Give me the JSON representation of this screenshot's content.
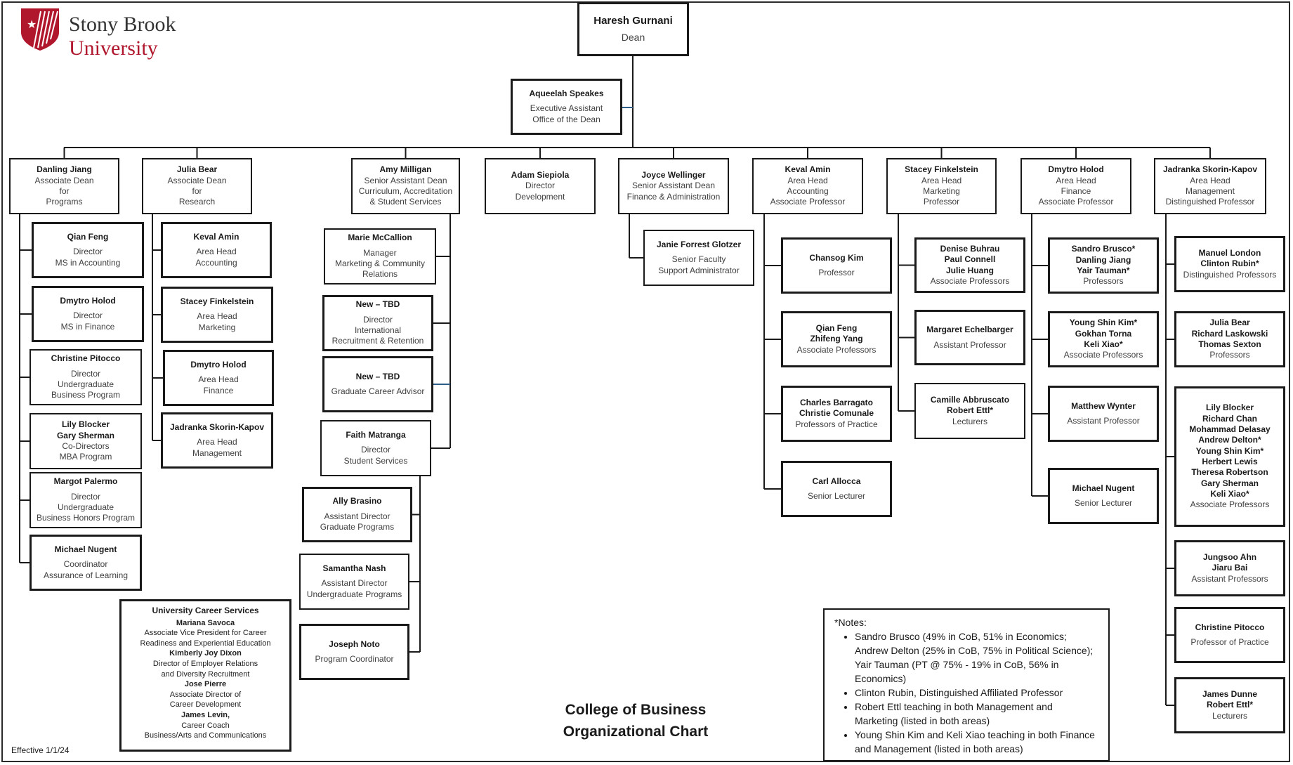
{
  "logo": {
    "line1": "Stony Brook",
    "line2": "University",
    "brand_color": "#b0162c"
  },
  "dean": {
    "name": "Haresh Gurnani",
    "title": "Dean"
  },
  "assistant": {
    "name": "Aqueelah Speakes",
    "title_lines": [
      "Executive Assistant",
      "Office of the Dean"
    ]
  },
  "leaders": [
    {
      "name": "Danling Jiang",
      "title_lines": [
        "Associate Dean",
        "for",
        "Programs"
      ]
    },
    {
      "name": "Julia Bear",
      "title_lines": [
        "Associate Dean",
        "for",
        "Research"
      ]
    },
    {
      "name": "Amy Milligan",
      "title_lines": [
        "Senior Assistant Dean",
        "Curriculum, Accreditation",
        "& Student Services"
      ]
    },
    {
      "name": "Adam Siepiola",
      "title_lines": [
        "Director",
        "Development"
      ]
    },
    {
      "name": "Joyce Wellinger",
      "title_lines": [
        "Senior Assistant Dean",
        "Finance & Administration"
      ]
    },
    {
      "name": "Keval Amin",
      "title_lines": [
        "Area Head",
        "Accounting",
        "Associate Professor"
      ]
    },
    {
      "name": "Stacey Finkelstein",
      "title_lines": [
        "Area Head",
        "Marketing",
        "Professor"
      ]
    },
    {
      "name": "Dmytro Holod",
      "title_lines": [
        "Area Head",
        "Finance",
        "Associate Professor"
      ]
    },
    {
      "name": "Jadranka Skorin-Kapov",
      "title_lines": [
        "Area Head",
        "Management",
        "Distinguished Professor"
      ]
    }
  ],
  "programs": [
    {
      "names": [
        "Qian Feng"
      ],
      "title_lines": [
        "Director",
        "MS in Accounting"
      ]
    },
    {
      "names": [
        "Dmytro Holod"
      ],
      "title_lines": [
        "Director",
        "MS in Finance"
      ]
    },
    {
      "names": [
        "Christine Pitocco"
      ],
      "title_lines": [
        "Director",
        "Undergraduate",
        "Business Program"
      ]
    },
    {
      "names": [
        "Lily Blocker",
        "Gary Sherman"
      ],
      "title_lines": [
        "Co-Directors",
        "MBA Program"
      ]
    },
    {
      "names": [
        "Margot Palermo"
      ],
      "title_lines": [
        "Director",
        "Undergraduate",
        "Business Honors Program"
      ]
    },
    {
      "names": [
        "Michael Nugent"
      ],
      "title_lines": [
        "Coordinator",
        "Assurance of Learning"
      ]
    }
  ],
  "research": [
    {
      "names": [
        "Keval Amin"
      ],
      "title_lines": [
        "Area Head",
        "Accounting"
      ]
    },
    {
      "names": [
        "Stacey Finkelstein"
      ],
      "title_lines": [
        "Area Head",
        "Marketing"
      ]
    },
    {
      "names": [
        "Dmytro Holod"
      ],
      "title_lines": [
        "Area Head",
        "Finance"
      ]
    },
    {
      "names": [
        "Jadranka Skorin-Kapov"
      ],
      "title_lines": [
        "Area Head",
        "Management"
      ]
    }
  ],
  "curriculum": [
    {
      "names": [
        "Marie McCallion"
      ],
      "title_lines": [
        "Manager",
        "Marketing & Community",
        "Relations"
      ]
    },
    {
      "names": [
        "New – TBD"
      ],
      "title_lines": [
        "Director",
        "International",
        "Recruitment & Retention"
      ]
    },
    {
      "names": [
        "New – TBD"
      ],
      "title_lines": [
        "Graduate Career Advisor"
      ]
    },
    {
      "names": [
        "Faith Matranga"
      ],
      "title_lines": [
        "Director",
        "Student Services"
      ]
    }
  ],
  "student_services": [
    {
      "names": [
        "Ally Brasino"
      ],
      "title_lines": [
        "Assistant Director",
        "Graduate Programs"
      ]
    },
    {
      "names": [
        "Samantha Nash"
      ],
      "title_lines": [
        "Assistant Director",
        "Undergraduate Programs"
      ]
    },
    {
      "names": [
        "Joseph Noto"
      ],
      "title_lines": [
        "Program Coordinator"
      ]
    }
  ],
  "finance_admin": [
    {
      "names": [
        "Janie Forrest Glotzer"
      ],
      "title_lines": [
        "Senior Faculty",
        "Support Administrator"
      ]
    }
  ],
  "accounting": [
    {
      "names": [
        "Chansog Kim"
      ],
      "title_lines": [
        "Professor"
      ]
    },
    {
      "names": [
        "Qian Feng",
        "Zhifeng Yang"
      ],
      "title_lines": [
        "Associate Professors"
      ]
    },
    {
      "names": [
        "Charles Barragato",
        "Christie Comunale"
      ],
      "title_lines": [
        "Professors of Practice"
      ]
    },
    {
      "names": [
        "Carl Allocca"
      ],
      "title_lines": [
        "Senior Lecturer"
      ]
    }
  ],
  "marketing": [
    {
      "names": [
        "Denise Buhrau",
        "Paul Connell",
        "Julie Huang"
      ],
      "title_lines": [
        "Associate Professors"
      ]
    },
    {
      "names": [
        "Margaret Echelbarger"
      ],
      "title_lines": [
        "Assistant Professor"
      ]
    },
    {
      "names": [
        "Camille Abbruscato",
        "Robert Ettl*"
      ],
      "title_lines": [
        "Lecturers"
      ]
    }
  ],
  "finance": [
    {
      "names": [
        "Sandro Brusco*",
        "Danling Jiang",
        "Yair Tauman*"
      ],
      "title_lines": [
        "Professors"
      ]
    },
    {
      "names": [
        "Young Shin Kim*",
        "Gokhan Torna",
        "Keli Xiao*"
      ],
      "title_lines": [
        "Associate Professors"
      ]
    },
    {
      "names": [
        "Matthew Wynter"
      ],
      "title_lines": [
        "Assistant Professor"
      ]
    },
    {
      "names": [
        "Michael Nugent"
      ],
      "title_lines": [
        "Senior Lecturer"
      ]
    }
  ],
  "management": [
    {
      "names": [
        "Manuel London",
        "Clinton Rubin*"
      ],
      "title_lines": [
        "Distinguished Professors"
      ]
    },
    {
      "names": [
        "Julia Bear",
        "Richard Laskowski",
        "Thomas Sexton"
      ],
      "title_lines": [
        "Professors"
      ]
    },
    {
      "names": [
        "Lily Blocker",
        "Richard Chan",
        "Mohammad Delasay",
        "Andrew Delton*",
        "Young Shin Kim*",
        "Herbert Lewis",
        "Theresa Robertson",
        "Gary Sherman",
        "Keli Xiao*"
      ],
      "title_lines": [
        "Associate Professors"
      ]
    },
    {
      "names": [
        "Jungsoo Ahn",
        "Jiaru Bai"
      ],
      "title_lines": [
        "Assistant Professors"
      ]
    },
    {
      "names": [
        "Christine Pitocco"
      ],
      "title_lines": [
        "Professor of Practice"
      ]
    },
    {
      "names": [
        "James Dunne",
        "Robert Ettl*"
      ],
      "title_lines": [
        "Lecturers"
      ]
    }
  ],
  "career_services": {
    "heading": "University Career Services",
    "people": [
      {
        "name": "Mariana Savoca",
        "title_lines": [
          "Associate Vice President for Career",
          "Readiness and Experiential Education"
        ]
      },
      {
        "name": "Kimberly Joy Dixon",
        "title_lines": [
          "Director of Employer Relations",
          "and Diversity Recruitment"
        ]
      },
      {
        "name": "Jose Pierre",
        "title_lines": [
          "Associate Director of",
          "Career Development"
        ]
      },
      {
        "name": "James Levin,",
        "title_lines": [
          "Career Coach",
          "Business/Arts and Communications"
        ]
      }
    ]
  },
  "notes": {
    "heading": "*Notes:",
    "items": [
      "Sandro Brusco (49% in CoB, 51% in Economics; Andrew Delton (25% in CoB, 75% in Political Science);  Yair Tauman (PT @ 75% - 19% in CoB, 56% in Economics)",
      "Clinton Rubin, Distinguished Affiliated Professor",
      "Robert Ettl teaching in both Management and Marketing (listed in both areas)",
      "Young Shin Kim and Keli Xiao teaching in both Finance and Management (listed in both areas)"
    ]
  },
  "chart_title": [
    "College of Business",
    "Organizational Chart"
  ],
  "effective": "Effective 1/1/24",
  "colors": {
    "line": "#1a1a1a",
    "assistant_link": "#2e5f8a"
  }
}
